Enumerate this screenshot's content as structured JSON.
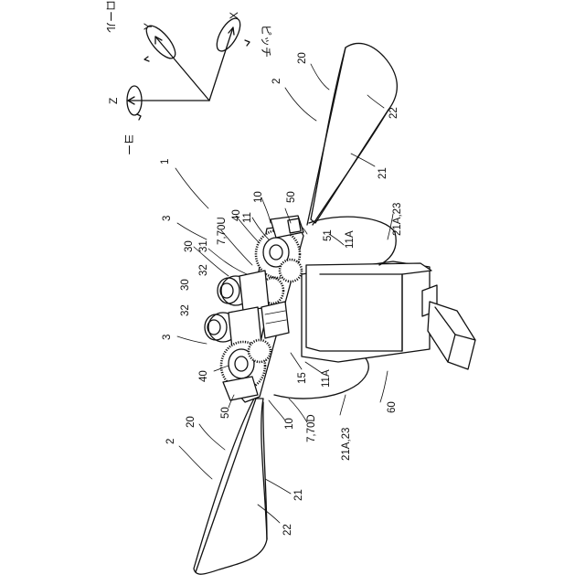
{
  "axes": {
    "x": "X",
    "y": "Y",
    "z": "Z",
    "roll": "ロール",
    "pitch": "ピッチ",
    "yaw": "ヨー"
  },
  "labels": {
    "assembly": "1",
    "wing_left": "2",
    "wing_right": "2",
    "drive_left": "3",
    "drive_right": "3",
    "frame": "10",
    "frame_lower": "10",
    "shaft": "11",
    "stand_left": "11A",
    "stand_right": "11A",
    "bar": "15",
    "spar_left": "20",
    "spar_right": "20",
    "rod_upper": "21",
    "rod_lower": "21",
    "membrane_upper": "22",
    "membrane_lower": "22",
    "mount_upper": "21A,23",
    "mount_lower": "21A,23",
    "motor_upper": "30",
    "motor_lower": "30",
    "pinion_upper": "31",
    "gearbox_upper": "32",
    "gearbox_lower": "32",
    "crank_upper": "40",
    "crank_lower": "40",
    "link_upper": "50",
    "link_lower": "50",
    "hinge": "51",
    "base": "60",
    "cam_upper": "7,70U",
    "cam_lower": "7,70D"
  }
}
